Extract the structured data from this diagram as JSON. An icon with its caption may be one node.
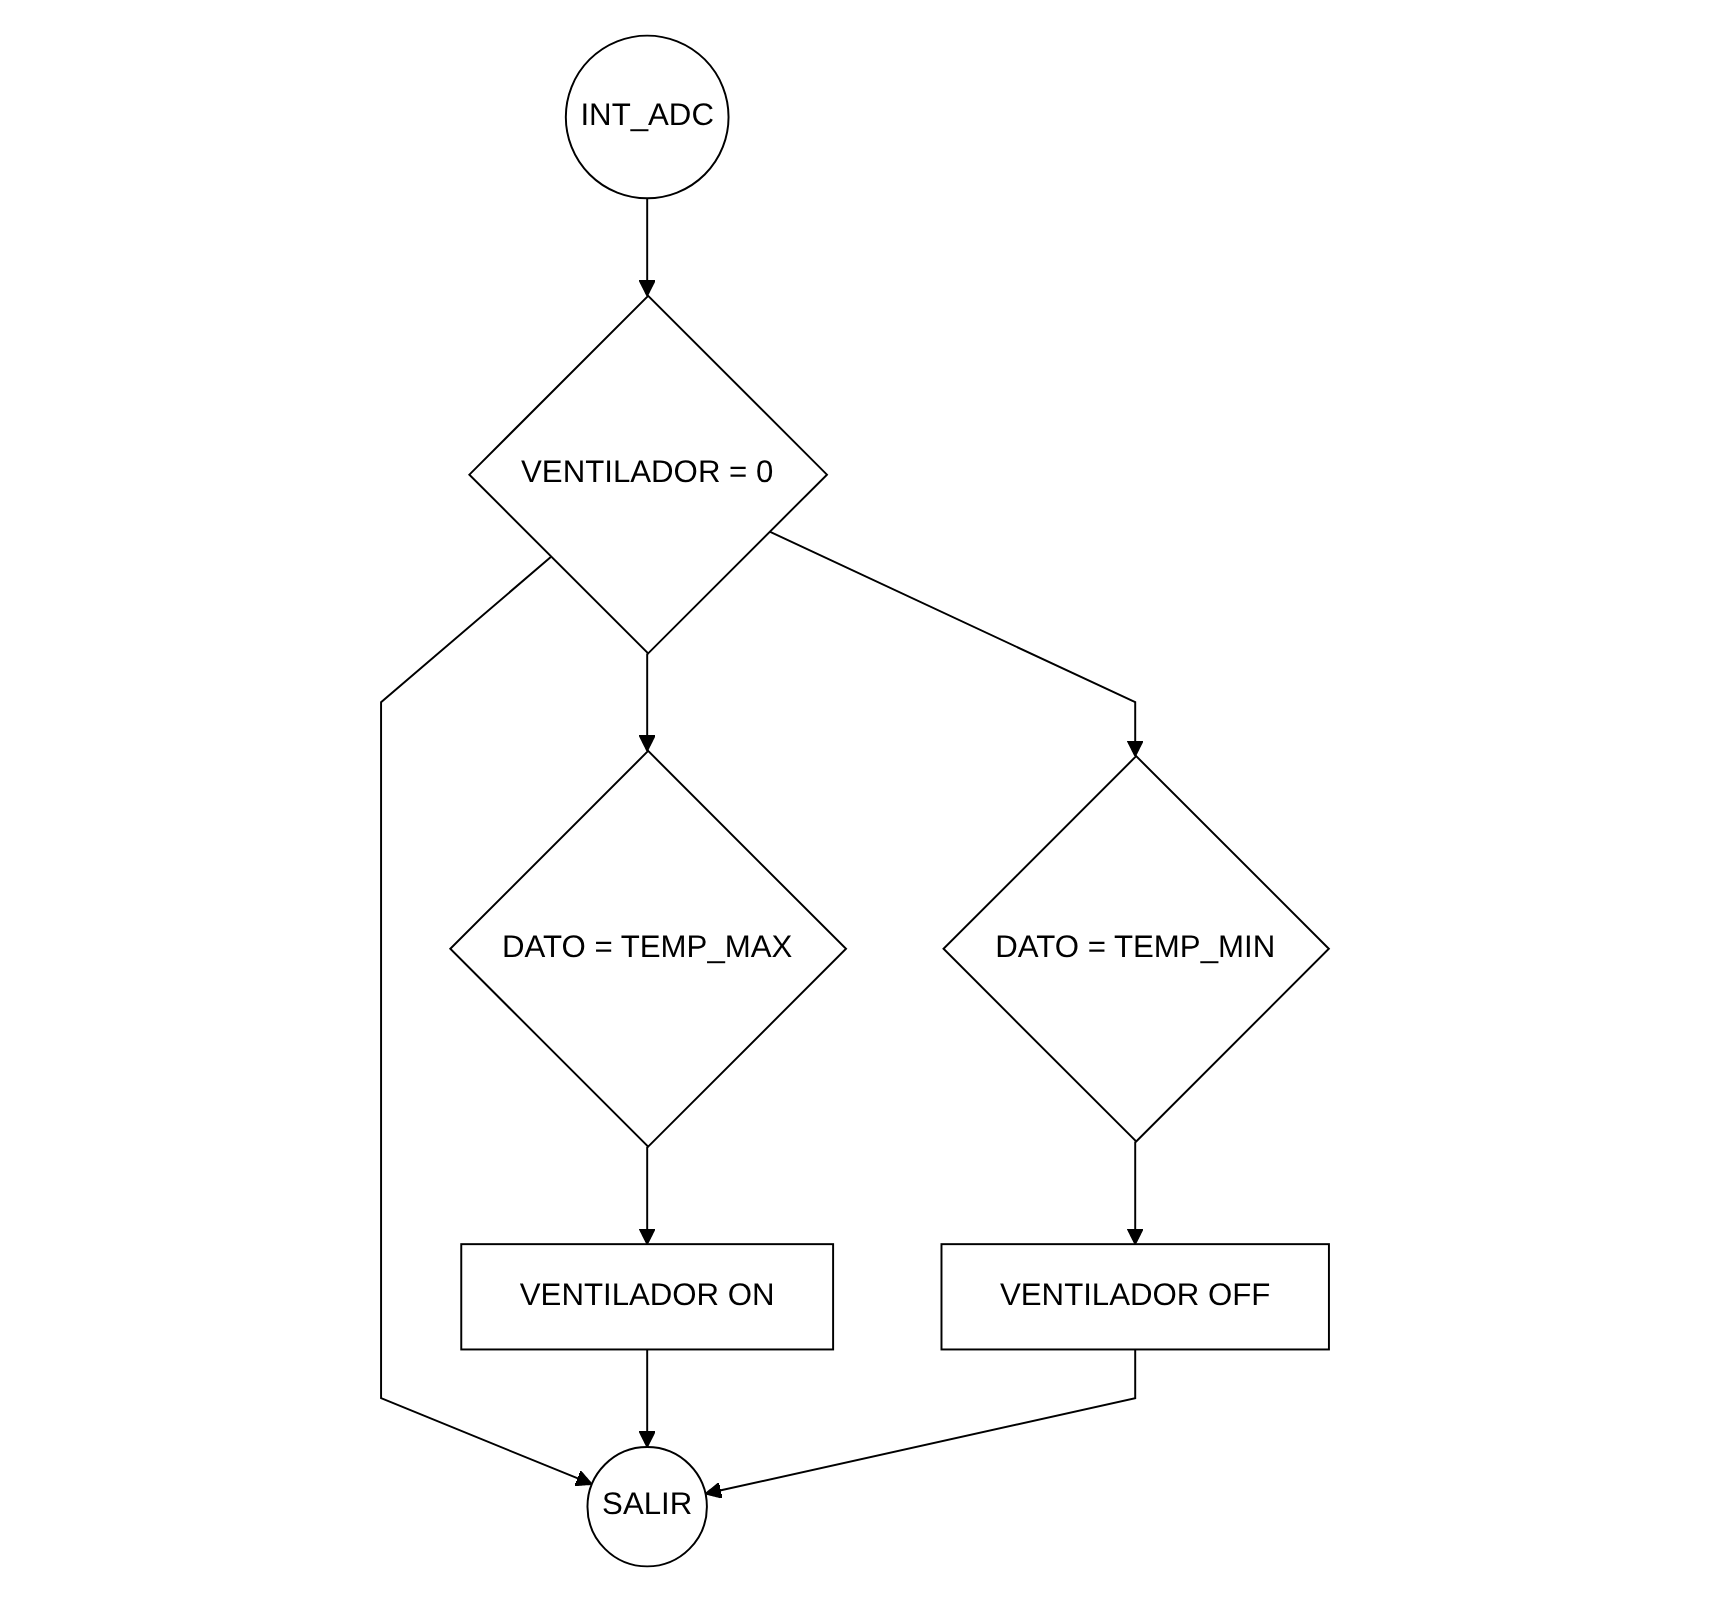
{
  "diagram": {
    "nodes": [
      {
        "text": [
          "INT_ADC"
        ]
      },
      {
        "text": [
          "VENTILADOR = 0"
        ]
      },
      {
        "text": [
          "DATO = TEMP_MAX"
        ]
      },
      {
        "text": [
          "DATO = TEMP_MIN"
        ]
      },
      {
        "text": [
          "VENTILADOR ON"
        ]
      },
      {
        "text": [
          "VENTILADOR OFF"
        ]
      },
      {
        "text": [
          "SALIR"
        ]
      }
    ],
    "edges": [
      {
        "from": 0,
        "to": 1,
        "arrow": "to"
      },
      {
        "from": 1,
        "to": 2,
        "arrow": "to"
      },
      {
        "from": 1,
        "to": 3,
        "arrow": "to"
      },
      {
        "from": 1,
        "to": 6,
        "arrow": "to"
      },
      {
        "from": 2,
        "to": 4,
        "arrow": "to"
      },
      {
        "from": 3,
        "to": 5,
        "arrow": "to"
      },
      {
        "from": 4,
        "to": 6,
        "arrow": "to"
      },
      {
        "from": 5,
        "to": 6,
        "arrow": "to"
      }
    ]
  }
}
